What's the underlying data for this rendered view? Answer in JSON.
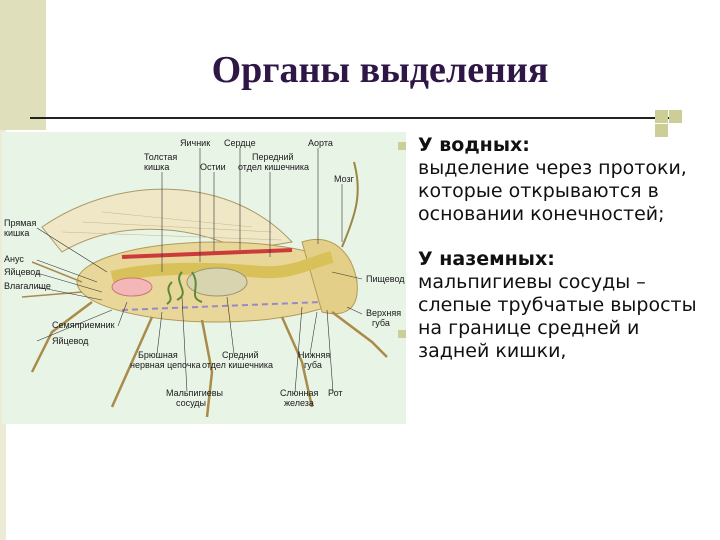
{
  "slide": {
    "title": "Органы выделения"
  },
  "colors": {
    "title": "#2e1646",
    "accent_bar": "#dfe0bb",
    "square": "#cdcd97",
    "diagram_bg": "#e8f4e6"
  },
  "diagram": {
    "labels": {
      "yaichnik": "Яичник",
      "serdtse": "Сердце",
      "aorta": "Аорта",
      "tolstaya1": "Толстая",
      "tolstaya2": "кишка",
      "ostii": "Остии",
      "peredn1": "Передний",
      "peredn2": "отдел кишечника",
      "mozg": "Мозг",
      "pryamaya1": "Прямая",
      "pryamaya2": "кишка",
      "anus": "Анус",
      "yaitsevod": "Яйцевод",
      "vlagalishche": "Влагалище",
      "semyapriemnik": "Семяприемник",
      "yaitsevod2": "Яйцевод",
      "pishchevod": "Пищевод",
      "verkhn1": "Верхняя",
      "verkhn2": "губа",
      "bryushn1": "Брюшная",
      "bryushn2": "нервная цепочка",
      "sredniy1": "Средний",
      "sredniy2": "отдел кишечника",
      "nizhn1": "Нижняя",
      "nizhn2": "губа",
      "malp1": "Мальпигиевы",
      "malp2": "сосуды",
      "slyun1": "Слюнная",
      "slyun2": "железа",
      "rot": "Рот"
    }
  },
  "text": {
    "p1_head": "У водных:",
    "p1_body": "выделение через протоки, которые открываются в основании конечностей;",
    "p2_head": "У наземных:",
    "p2_body": "мальпигиевы сосуды – слепые трубчатые выросты на границе средней и задней кишки,"
  }
}
